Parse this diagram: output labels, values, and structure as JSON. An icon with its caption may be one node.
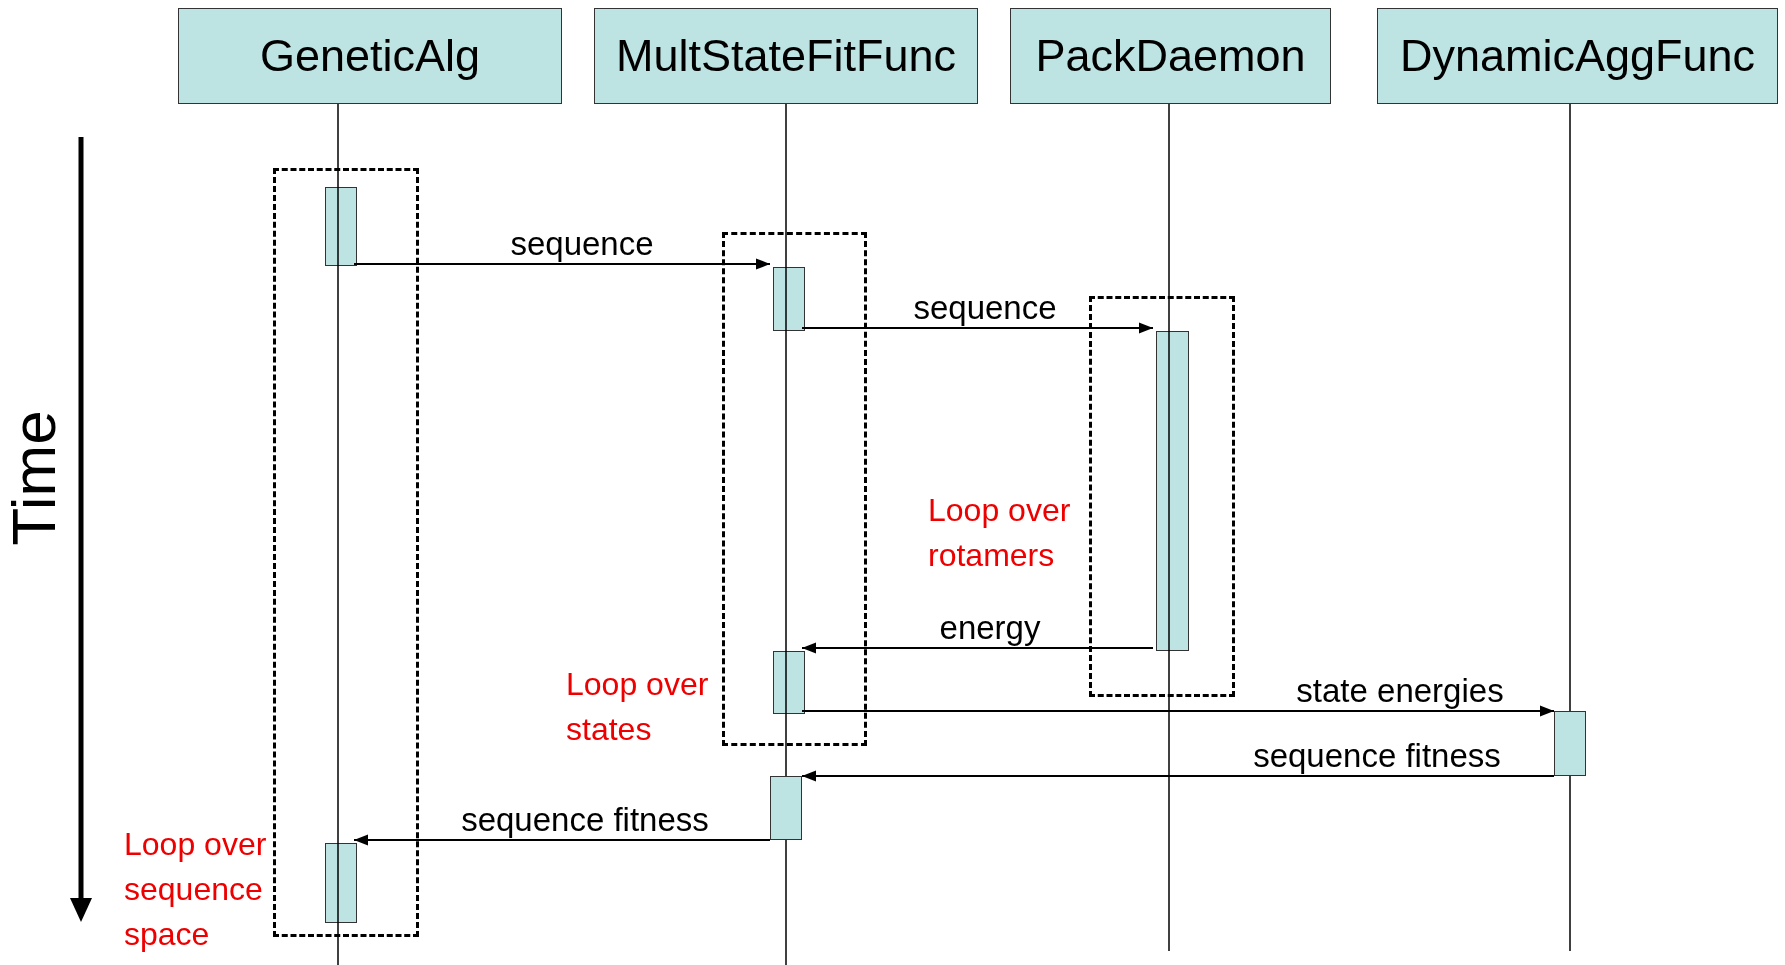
{
  "diagram": {
    "nodes": [
      {
        "text": [
          "GeneticAlg"
        ]
      },
      {
        "text": [
          "MultStateFitFunc"
        ]
      },
      {
        "text": [
          "PackDaemon"
        ]
      },
      {
        "text": [
          "DynamicAggFunc"
        ]
      },
      {
        "text": [],
        "shape": "box",
        "beside": [
          "Loop over sequence space"
        ]
      },
      {
        "text": [],
        "shape": "bar",
        "in": 4
      },
      {
        "text": [],
        "shape": "box",
        "beside": [
          "Loop over states"
        ]
      },
      {
        "text": [],
        "shape": "bar",
        "in": 6
      },
      {
        "text": [],
        "shape": "box",
        "beside": [
          "Loop over rotamers"
        ]
      },
      {
        "text": [],
        "shape": "bar",
        "in": 8
      },
      {
        "text": [],
        "shape": "bar",
        "in": 6
      },
      {
        "text": [],
        "shape": "bar"
      },
      {
        "text": [],
        "shape": "bar"
      },
      {
        "text": [],
        "shape": "bar",
        "in": 4
      }
    ],
    "edges": [
      {
        "from": 5,
        "to": 7,
        "arrow": "to",
        "label": "sequence"
      },
      {
        "from": 7,
        "to": 9,
        "arrow": "to",
        "label": "sequence"
      },
      {
        "from": 9,
        "to": 10,
        "arrow": "to",
        "label": "energy"
      },
      {
        "from": 10,
        "to": 11,
        "arrow": "to",
        "label": "state energies"
      },
      {
        "from": 11,
        "to": 12,
        "arrow": "to",
        "label": "sequence fitness"
      },
      {
        "from": 12,
        "to": 13,
        "arrow": "to",
        "label": "sequence fitness"
      }
    ],
    "labels": [
      "Time"
    ]
  }
}
